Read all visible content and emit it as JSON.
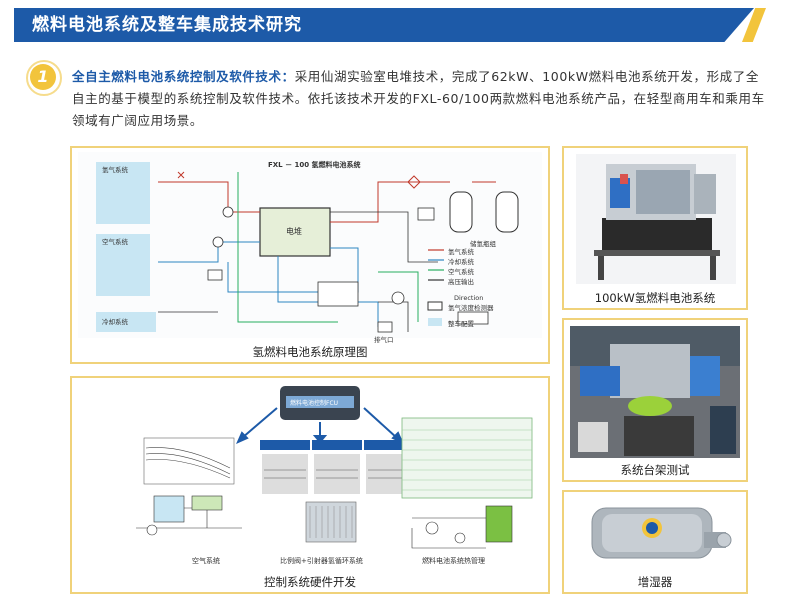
{
  "header": {
    "title": "燃料电池系统及整车集成技术研究"
  },
  "intro": {
    "badge": "1",
    "lead": "全自主燃料电池系统控制及软件技术：",
    "text": "采用仙湖实验室电堆技术，完成了62kW、100kW燃料电池系统开发，形成了全自主的基于模型的系统控制及软件技术。依托该技术开发的FXL-60/100两款燃料电池系统产品，在轻型商用车和乘用车领域有广阔应用场景。"
  },
  "schematic": {
    "caption": "氢燃料电池系统原理图",
    "title": "FXL － 100 氢燃料电池系统",
    "stack_label": "电堆",
    "legend": [
      "氢气系统",
      "冷却系统",
      "空气系统",
      "高压输出",
      "氢气浓度检测器",
      "整车配置"
    ],
    "small_labels": [
      "储氢瓶组",
      "氢气系统",
      "空气系统",
      "冷却系统",
      "排气口",
      "Direction"
    ]
  },
  "control_panel": {
    "caption": "控制系统硬件开发",
    "fcu_label": "燃料电池控制FCU",
    "sub_captions": [
      "空气系统",
      "比例阀+引射器氢循环系统",
      "燃料电池系统热管理"
    ]
  },
  "photos": {
    "system_caption": "100kW氢燃料电池系统",
    "bench_caption": "系统台架测试",
    "humidifier_caption": "增湿器"
  },
  "colors": {
    "header_blue": "#1d5aa8",
    "accent_yellow": "#f2c43c",
    "panel_border": "#f0d27a"
  }
}
